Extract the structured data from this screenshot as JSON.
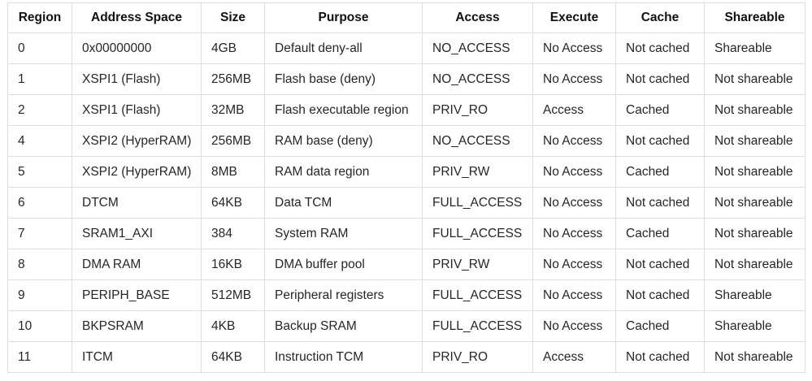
{
  "table": {
    "headers": [
      "Region",
      "Address Space",
      "Size",
      "Purpose",
      "Access",
      "Execute",
      "Cache",
      "Shareable"
    ],
    "rows": [
      [
        "0",
        "0x00000000",
        "4GB",
        "Default deny-all",
        "NO_ACCESS",
        "No Access",
        "Not cached",
        "Shareable"
      ],
      [
        "1",
        "XSPI1 (Flash)",
        "256MB",
        "Flash base (deny)",
        "NO_ACCESS",
        "No Access",
        "Not cached",
        "Not shareable"
      ],
      [
        "2",
        "XSPI1 (Flash)",
        "32MB",
        "Flash executable region",
        "PRIV_RO",
        "Access",
        "Cached",
        "Not shareable"
      ],
      [
        "4",
        "XSPI2 (HyperRAM)",
        "256MB",
        "RAM base (deny)",
        "NO_ACCESS",
        "No Access",
        "Not cached",
        "Not shareable"
      ],
      [
        "5",
        "XSPI2 (HyperRAM)",
        "8MB",
        "RAM data region",
        "PRIV_RW",
        "No Access",
        "Cached",
        "Not shareable"
      ],
      [
        "6",
        "DTCM",
        "64KB",
        "Data TCM",
        "FULL_ACCESS",
        "No Access",
        "Not cached",
        "Not shareable"
      ],
      [
        "7",
        "SRAM1_AXI",
        "384",
        "System RAM",
        "FULL_ACCESS",
        "No Access",
        "Cached",
        "Not shareable"
      ],
      [
        "8",
        "DMA RAM",
        "16KB",
        "DMA buffer pool",
        "PRIV_RW",
        "No Access",
        "Not cached",
        "Not shareable"
      ],
      [
        "9",
        "PERIPH_BASE",
        "512MB",
        "Peripheral registers",
        "FULL_ACCESS",
        "No Access",
        "Not cached",
        "Shareable"
      ],
      [
        "10",
        "BKPSRAM",
        "4KB",
        "Backup SRAM",
        "FULL_ACCESS",
        "No Access",
        "Cached",
        "Shareable"
      ],
      [
        "11",
        "ITCM",
        "64KB",
        "Instruction TCM",
        "PRIV_RO",
        "Access",
        "Not cached",
        "Not shareable"
      ]
    ]
  }
}
